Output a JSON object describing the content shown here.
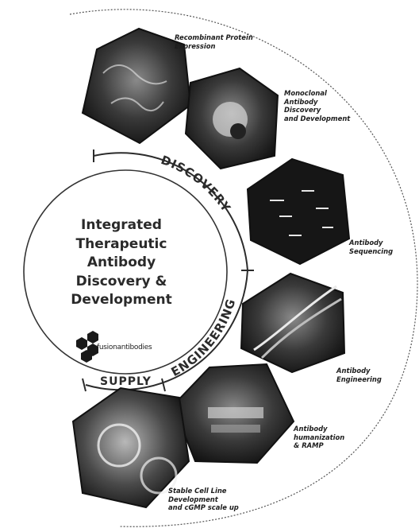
{
  "diagram": {
    "center_title_lines": [
      "Integrated",
      "Therapeutic",
      "Antibody",
      "Discovery &",
      "Development"
    ],
    "logo_text": "fusionantibodies",
    "phases": {
      "discovery": "DISCOVERY",
      "engineering": "ENGINEERING",
      "supply": "SUPPLY"
    },
    "steps": [
      {
        "lines": [
          "Recombinant Protein",
          "Expression"
        ]
      },
      {
        "lines": [
          "Monoclonal",
          "Antibody",
          "Discovery",
          "and Development"
        ]
      },
      {
        "lines": [
          "Antibody",
          "Sequencing"
        ]
      },
      {
        "lines": [
          "Antibody",
          "Engineering"
        ]
      },
      {
        "lines": [
          "Antibody",
          "humanization",
          "& RAMP"
        ]
      },
      {
        "lines": [
          "Stable Cell Line",
          "Development",
          "and cGMP scale up"
        ]
      }
    ],
    "colors": {
      "ring": "#2b2b2b",
      "hexagon_dark": "#1b1b1b",
      "hexagon_mid": "#5a5a5a",
      "text": "#1d1d1d"
    }
  }
}
